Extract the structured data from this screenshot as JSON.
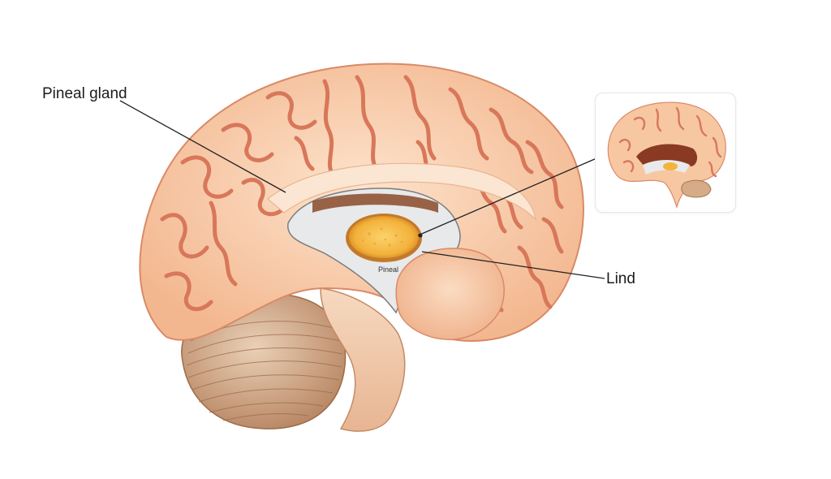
{
  "labels": {
    "pineal_gland": "Pineal gland",
    "lind": "Lind",
    "inner_label": "Pineal"
  },
  "colors": {
    "background": "#ffffff",
    "brain_surface": "#f7c9a3",
    "sulcus": "#d9785a",
    "cavity": "#e9eaec",
    "gland": "#f4b13a",
    "cerebellum": "#c99a78",
    "leader_line": "#222222"
  }
}
